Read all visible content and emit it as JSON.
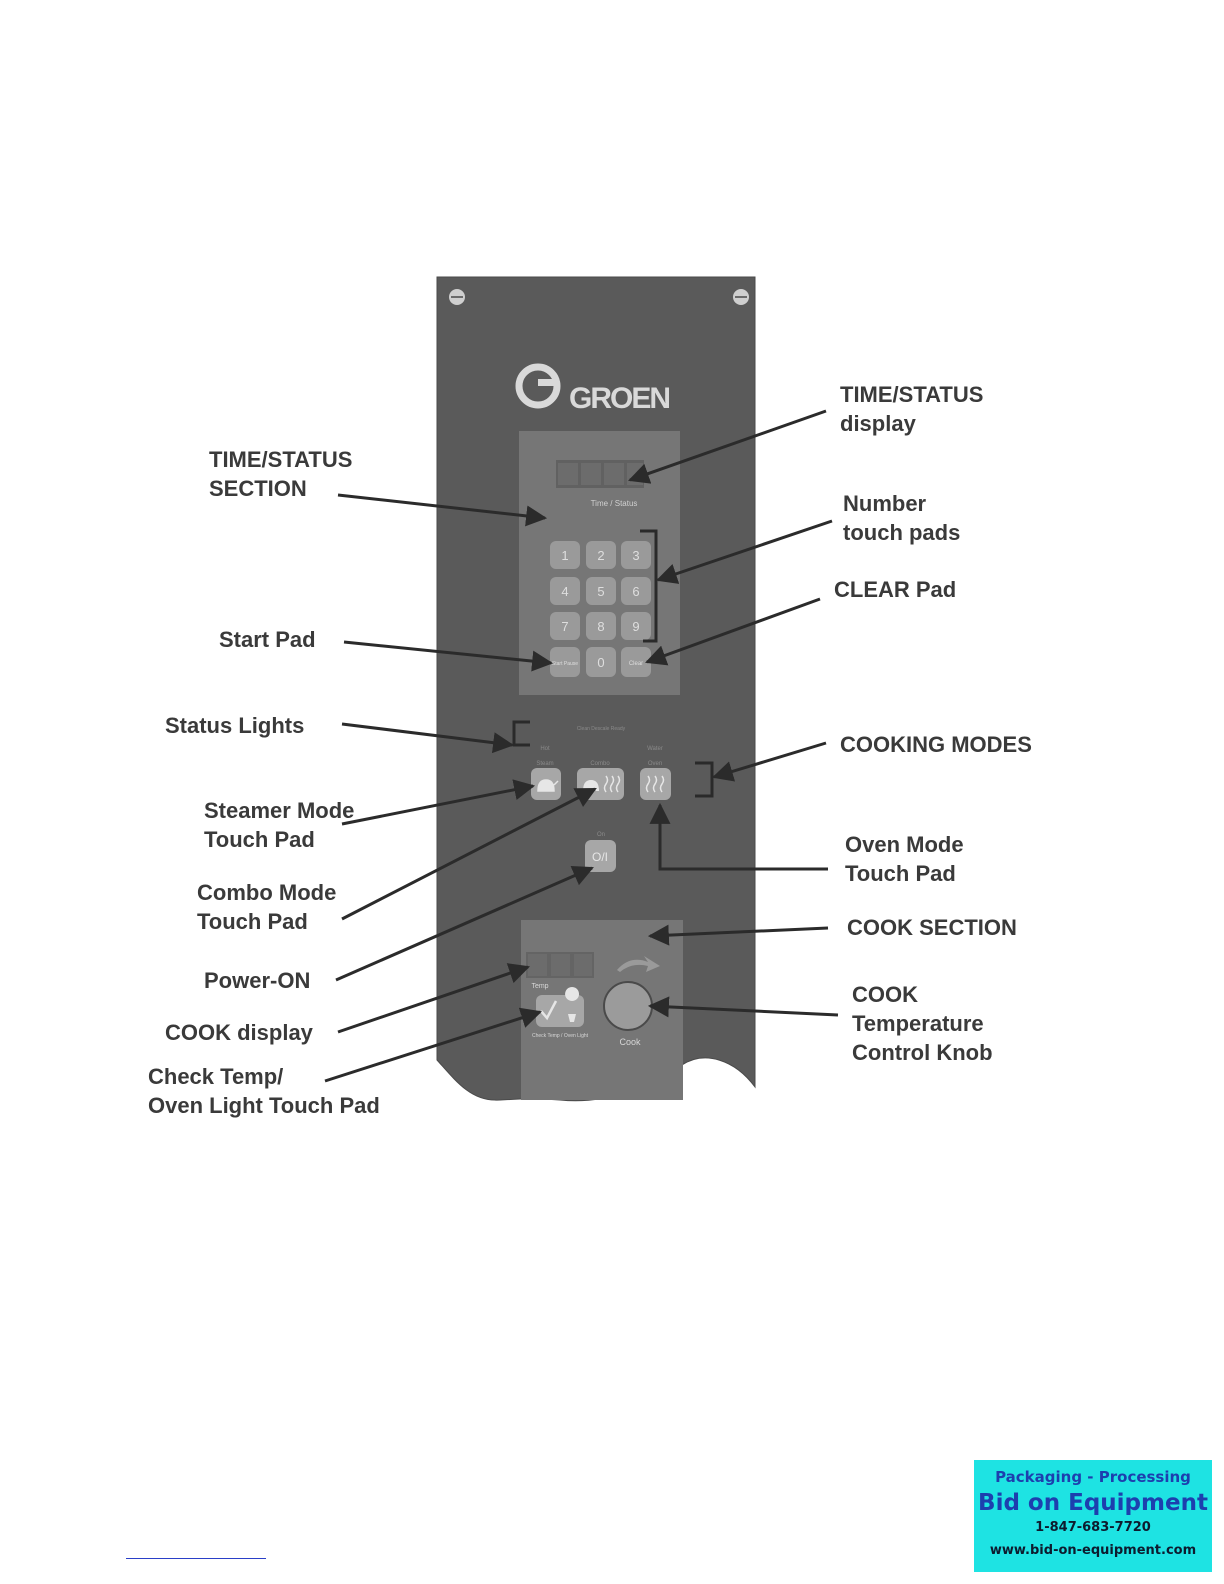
{
  "panel": {
    "brand": "GROEN",
    "time_status_label": "Time / Status",
    "keypad": [
      "1",
      "2",
      "3",
      "4",
      "5",
      "6",
      "7",
      "8",
      "9",
      "Start Pause",
      "0",
      "Clear"
    ],
    "status_light_labels": [
      "Hot",
      "Clean Descale Ready",
      "Water"
    ],
    "mode_labels": [
      "Steam",
      "Combo",
      "Oven"
    ],
    "power_label": "On",
    "power_symbol": "O/I",
    "temp_label": "Temp",
    "check_label": "Check Temp / Oven Light",
    "cook_label": "Cook"
  },
  "callouts": {
    "time_status_display": "TIME/STATUS\ndisplay",
    "time_status_section": "TIME/STATUS\nSECTION",
    "number_pads": "Number\ntouch pads",
    "clear_pad": "CLEAR Pad",
    "start_pad": "Start Pad",
    "status_lights": "Status Lights",
    "cooking_modes": "COOKING MODES",
    "steamer_mode": "Steamer Mode\nTouch Pad",
    "oven_mode": "Oven Mode\nTouch Pad",
    "combo_mode": "Combo Mode\nTouch Pad",
    "cook_section": "COOK SECTION",
    "power_on": "Power-ON",
    "cook_knob": "COOK\nTemperature\nControl Knob",
    "cook_display": "COOK display",
    "check_temp": "Check Temp/\nOven Light Touch Pad"
  },
  "ad": {
    "line1": "Packaging - Processing",
    "line2": "Bid on Equipment",
    "line3": "1-847-683-7720",
    "line4": "www.bid-on-equipment.com"
  }
}
